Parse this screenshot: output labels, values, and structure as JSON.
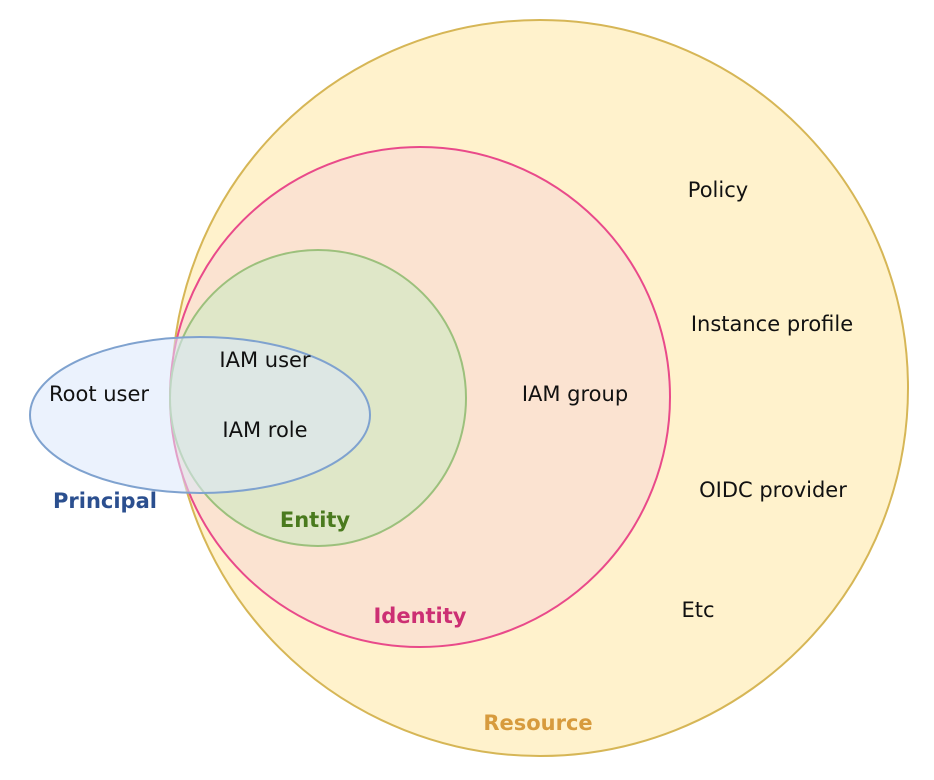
{
  "sets": {
    "resource": {
      "label": "Resource",
      "fill": "#fff2cc",
      "stroke": "#d6b656",
      "label_color": "#d79b3e"
    },
    "identity": {
      "label": "Identity",
      "fill": "#fbe3d1",
      "stroke": "#e94a8a",
      "label_color": "#cc2f73"
    },
    "entity": {
      "label": "Entity",
      "fill": "#dfe7c8",
      "stroke": "#9cc07c",
      "label_color": "#4a7a1e"
    },
    "principal": {
      "label": "Principal",
      "fill": "#dae8fc",
      "stroke": "#7fa2cf",
      "label_color": "#2b4f8f"
    }
  },
  "items": {
    "root_user": "Root user",
    "iam_user": "IAM user",
    "iam_role": "IAM role",
    "iam_group": "IAM group",
    "policy": "Policy",
    "instance_profile": "Instance profile",
    "oidc_provider": "OIDC provider",
    "etc": "Etc"
  }
}
